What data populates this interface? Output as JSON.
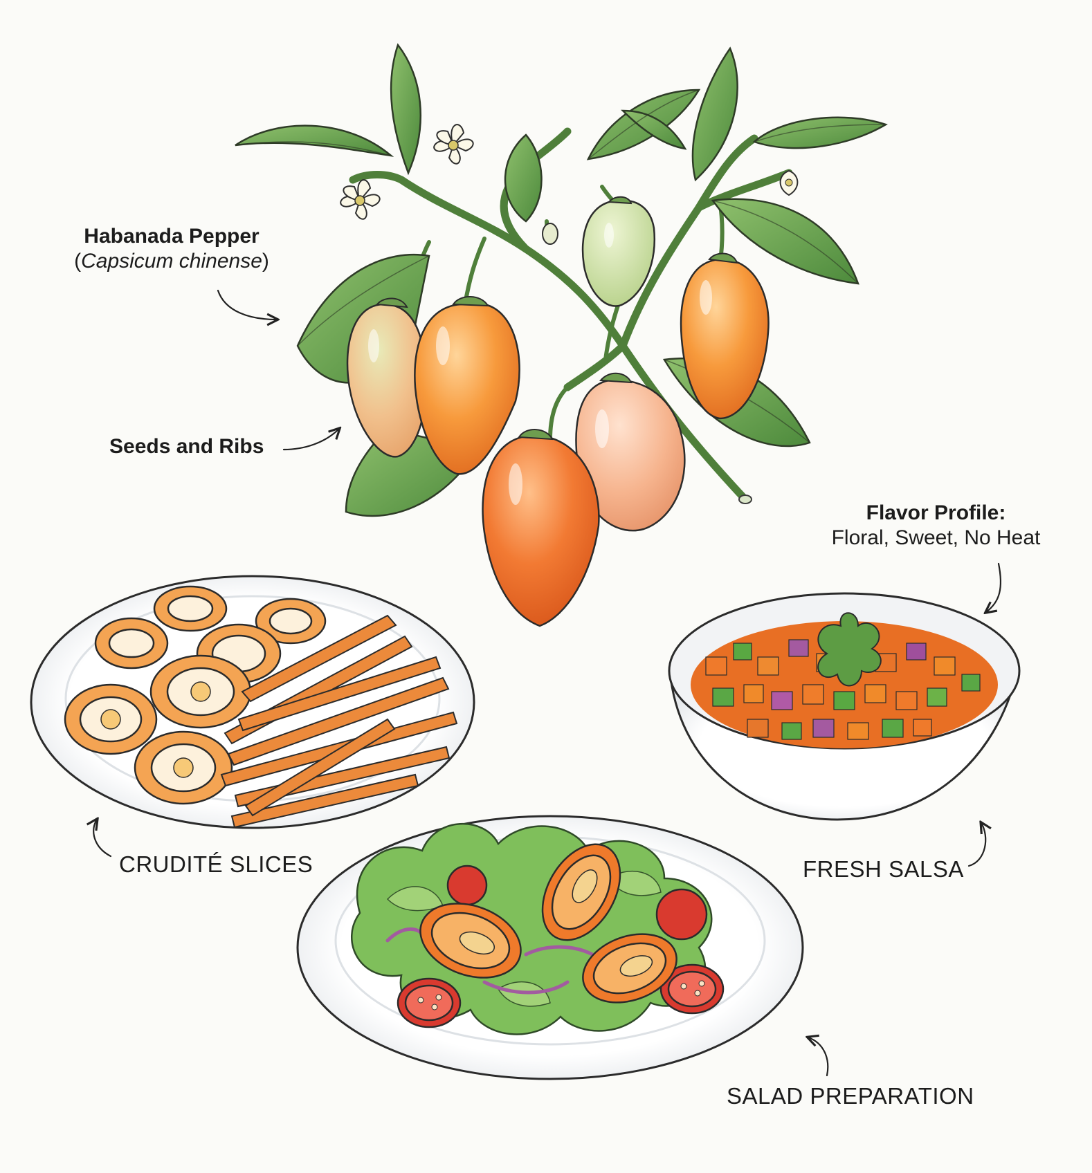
{
  "labels": {
    "pepper_title": "Habanada Pepper",
    "pepper_sci_open": "(",
    "pepper_sci_name": "Capsicum chinense",
    "pepper_sci_close": ")",
    "seeds": "Seeds and Ribs",
    "flavor_title": "Flavor Profile:",
    "flavor_desc": "Floral, Sweet, No Heat",
    "crudite": "CRUDITÉ SLICES",
    "salsa": "FRESH SALSA",
    "salad": "SALAD PREPARATION"
  },
  "colors": {
    "orange": "#f07a2a",
    "light_orange": "#f6a35a",
    "peach": "#f4b48c",
    "pale_green_pepper": "#c9dea4",
    "leaf": "#5e9b4a",
    "red_onion": "#a25ba0",
    "tomato": "#d93a2f",
    "plate": "#ffffff"
  }
}
